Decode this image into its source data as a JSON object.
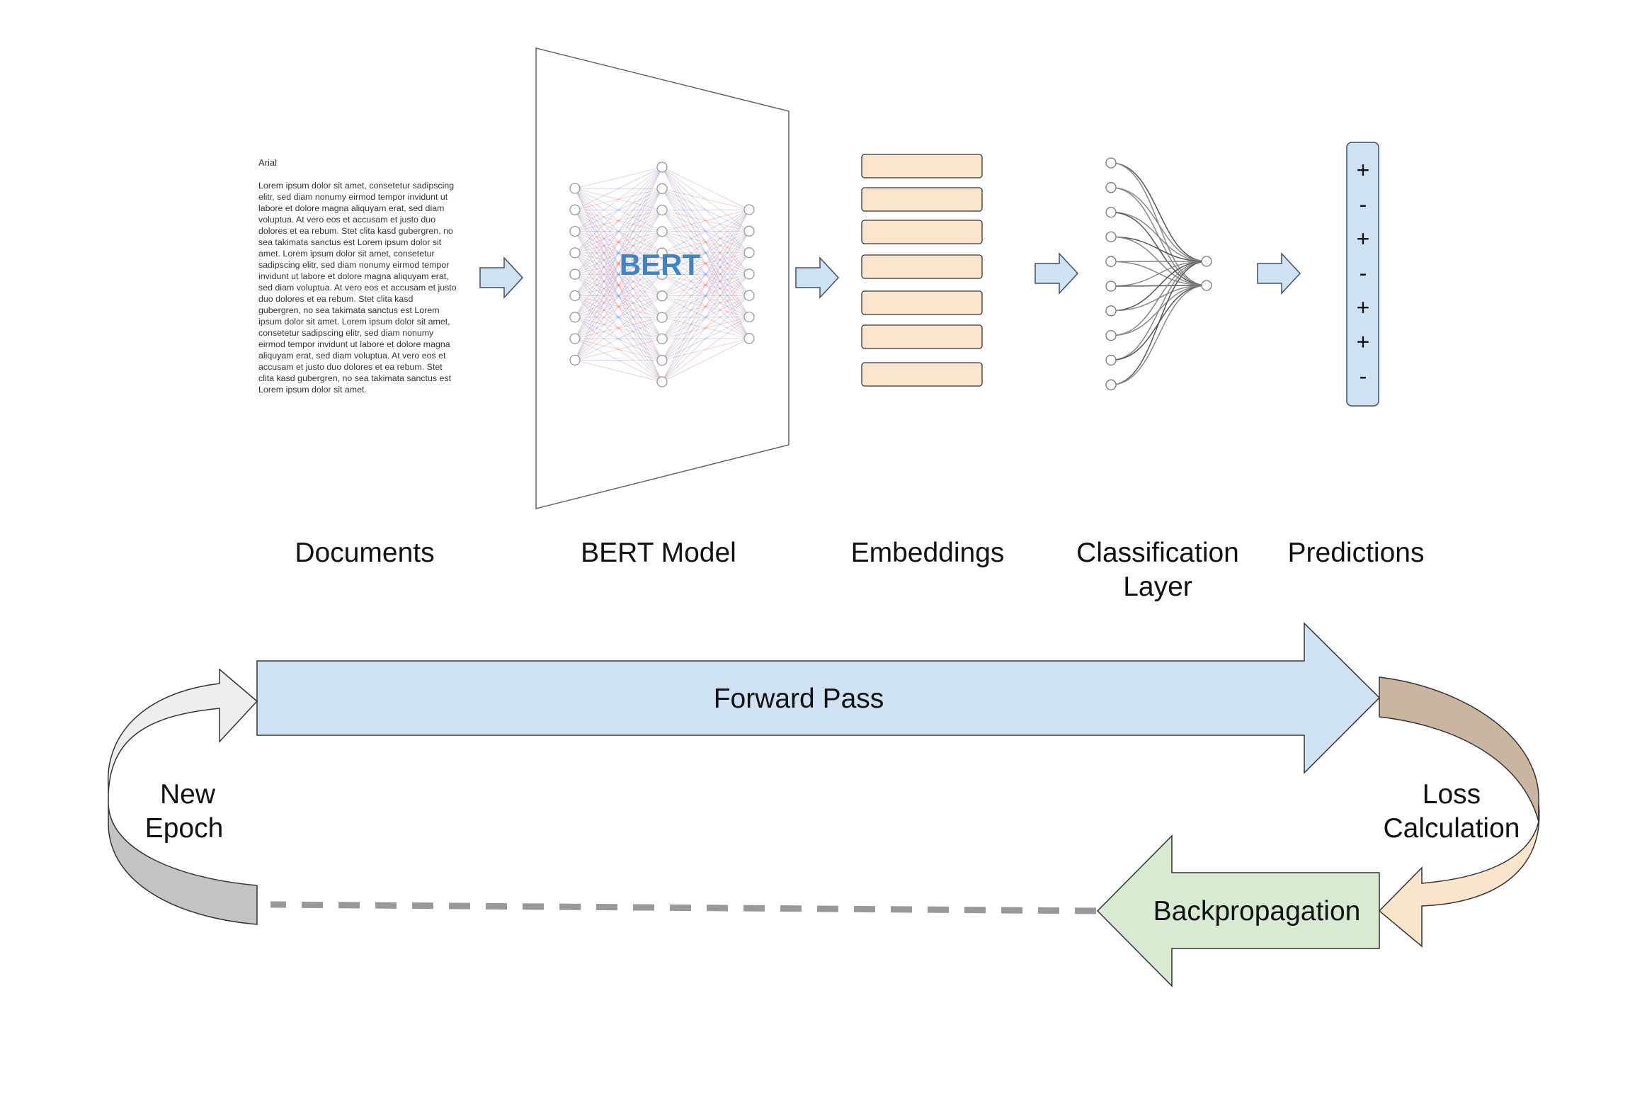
{
  "documents": {
    "font_label": "Arial",
    "body": "Lorem ipsum dolor sit amet, consetetur sadipscing elitr, sed diam nonumy eirmod tempor invidunt ut labore et dolore magna aliquyam erat, sed diam voluptua. At vero eos et accusam et justo duo dolores et ea rebum. Stet clita kasd gubergren, no sea takimata sanctus est Lorem ipsum dolor sit amet. Lorem ipsum dolor sit amet, consetetur sadipscing elitr, sed diam nonumy eirmod tempor invidunt ut labore et dolore magna aliquyam erat, sed diam voluptua. At vero eos et accusam et justo duo dolores et ea rebum. Stet clita kasd gubergren, no sea takimata sanctus est Lorem ipsum dolor sit amet. Lorem ipsum dolor sit amet, consetetur sadipscing elitr, sed diam nonumy eirmod tempor invidunt ut labore et dolore magna aliquyam erat, sed diam voluptua. At vero eos et accusam et justo duo dolores et ea rebum. Stet clita kasd gubergren, no sea takimata sanctus est Lorem ipsum dolor sit amet."
  },
  "bert": {
    "title": "BERT"
  },
  "predictions": [
    "+",
    "-",
    "+",
    "-",
    "+",
    "+",
    "-"
  ],
  "stages": {
    "documents": "Documents",
    "bert_model": "BERT Model",
    "embeddings": "Embeddings",
    "classification_1": "Classification",
    "classification_2": "Layer",
    "predictions": "Predictions"
  },
  "loop": {
    "forward": "Forward Pass",
    "backprop": "Backpropagation",
    "new_epoch_1": "New",
    "new_epoch_2": "Epoch",
    "loss_1": "Loss",
    "loss_2": "Calculation"
  },
  "colors": {
    "arrow_blue": "#cfe2f3",
    "embedding_fill": "#fce5cd",
    "prediction_fill": "#cfe2f3",
    "backprop_green": "#d9ead3",
    "loss_brown": "#c9b5a0",
    "loss_peach": "#fbe4cc",
    "epoch_gray_dark": "#c3c3c3",
    "epoch_gray_light": "#eeeeee",
    "bert_blue": "#3d85c6",
    "dashed_gray": "#999999"
  }
}
